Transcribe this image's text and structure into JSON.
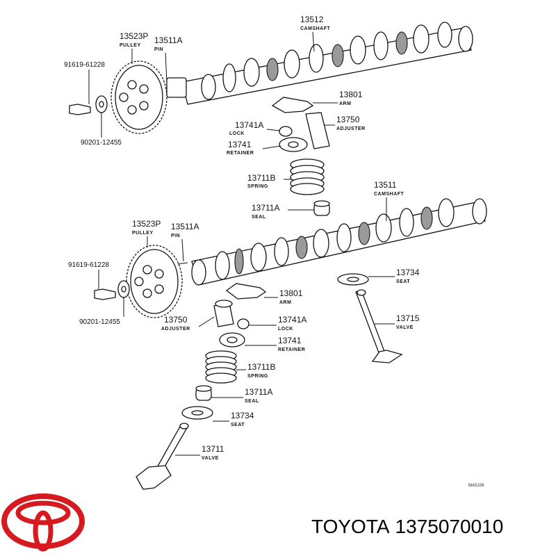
{
  "upper_assembly": {
    "camshaft": {
      "number": "13512",
      "name": "CAMSHAFT"
    },
    "pulley": {
      "number": "13523P",
      "name": "PULLEY"
    },
    "pin": {
      "number": "13511A",
      "name": "PIN"
    },
    "bolt": {
      "number": "91619-61228"
    },
    "washer": {
      "number": "90201-12455"
    },
    "arm": {
      "number": "13801",
      "name": "ARM"
    },
    "lock": {
      "number": "13741A",
      "name": "LOCK"
    },
    "adjuster": {
      "number": "13750",
      "name": "ADJUSTER"
    },
    "retainer": {
      "number": "13741",
      "name": "RETAINER"
    },
    "spring": {
      "number": "13711B",
      "name": "SPRING"
    },
    "seal": {
      "number": "13711A",
      "name": "SEAL"
    }
  },
  "lower_assembly": {
    "camshaft": {
      "number": "13511",
      "name": "CAMSHAFT"
    },
    "pulley": {
      "number": "13523P",
      "name": "PULLEY"
    },
    "pin": {
      "number": "13511A",
      "name": "PIN"
    },
    "bolt": {
      "number": "91619-61228"
    },
    "washer": {
      "number": "90201-12455"
    },
    "seat_right": {
      "number": "13734",
      "name": "SEAT"
    },
    "valve_right": {
      "number": "13715",
      "name": "VALVE"
    },
    "arm": {
      "number": "13801",
      "name": "ARM"
    },
    "adjuster": {
      "number": "13750",
      "name": "ADJUSTER"
    },
    "lock": {
      "number": "13741A",
      "name": "LOCK"
    },
    "retainer": {
      "number": "13741",
      "name": "RETAINER"
    },
    "spring": {
      "number": "13711B",
      "name": "SPRING"
    },
    "seal": {
      "number": "13711A",
      "name": "SEAL"
    },
    "seat": {
      "number": "13734",
      "name": "SEAT"
    },
    "valve": {
      "number": "13711",
      "name": "VALVE"
    }
  },
  "figure_code": "MA5108",
  "footer": {
    "brand": "TOYOTA",
    "part_number": "1375070010"
  },
  "colors": {
    "logo": "#d71920",
    "ink": "#111111"
  }
}
